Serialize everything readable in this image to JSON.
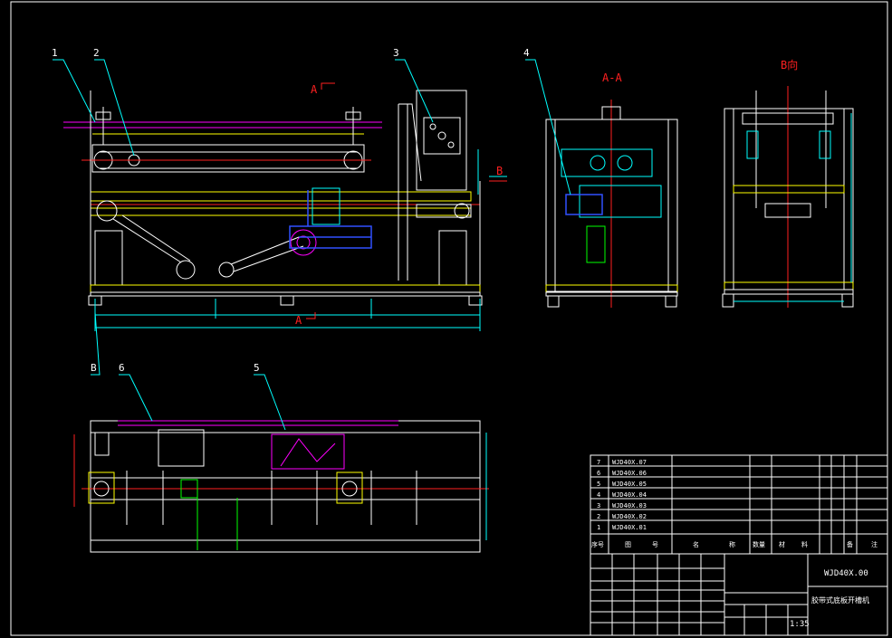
{
  "callouts": [
    "1",
    "2",
    "3",
    "4",
    "5",
    "6",
    "B"
  ],
  "section_labels": {
    "section_aa_title": "A-A",
    "view_b_title": "B向",
    "section_mark_a": "A",
    "section_mark_a_bottom": "A",
    "view_arrow_b": "B"
  },
  "title_block": {
    "parts": [
      {
        "no": "7",
        "code": "WJD40X.07"
      },
      {
        "no": "6",
        "code": "WJD40X.06"
      },
      {
        "no": "5",
        "code": "WJD40X.05"
      },
      {
        "no": "4",
        "code": "WJD40X.04"
      },
      {
        "no": "3",
        "code": "WJD40X.03"
      },
      {
        "no": "2",
        "code": "WJD40X.02"
      },
      {
        "no": "1",
        "code": "WJD40X.01"
      }
    ],
    "header_row": [
      "序号",
      "图",
      "号",
      "名",
      "称",
      "数量",
      "材",
      "料",
      "备",
      "注"
    ],
    "drawing_no": "WJD40X.00",
    "drawing_name": "胶带式底板开槽机",
    "scale": "1:35"
  },
  "colors": {
    "background": "#000000",
    "frame": "#ffffff",
    "structure": "#ffff00",
    "dimension": "#00ffff",
    "centerline": "#ff2020",
    "highlight": "#ff00ff",
    "detail": "#00ff00",
    "drive": "#3050ff"
  }
}
